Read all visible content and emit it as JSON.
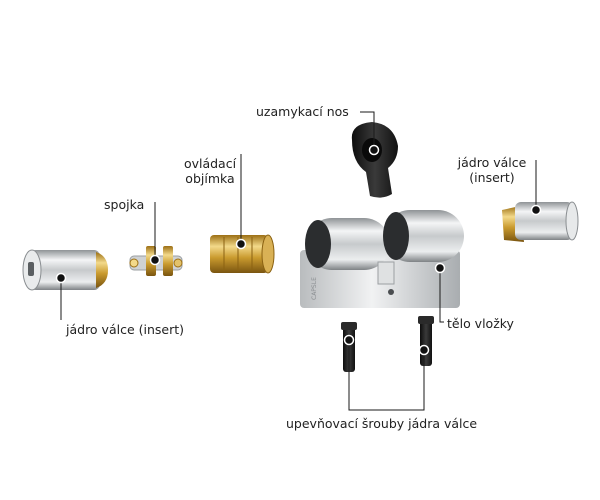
{
  "labels": {
    "locking_cam": "uzamykací nos",
    "control_sleeve_line1": "ovládací",
    "control_sleeve_line2": "objímka",
    "coupling": "spojka",
    "insert_right_line1": "jádro válce",
    "insert_right_line2": "(insert)",
    "insert_left": "jádro válce (insert)",
    "body": "tělo vložky",
    "screws": "upevňovací šrouby jádra válce"
  },
  "colors": {
    "line": "#1a1a1a",
    "marker": "#111111",
    "chrome_dark": "#8f9396",
    "chrome_light": "#f4f5f6",
    "brass": "#c99a2e",
    "brass_light": "#f3d98a",
    "black_part": "#1c1c1c"
  }
}
